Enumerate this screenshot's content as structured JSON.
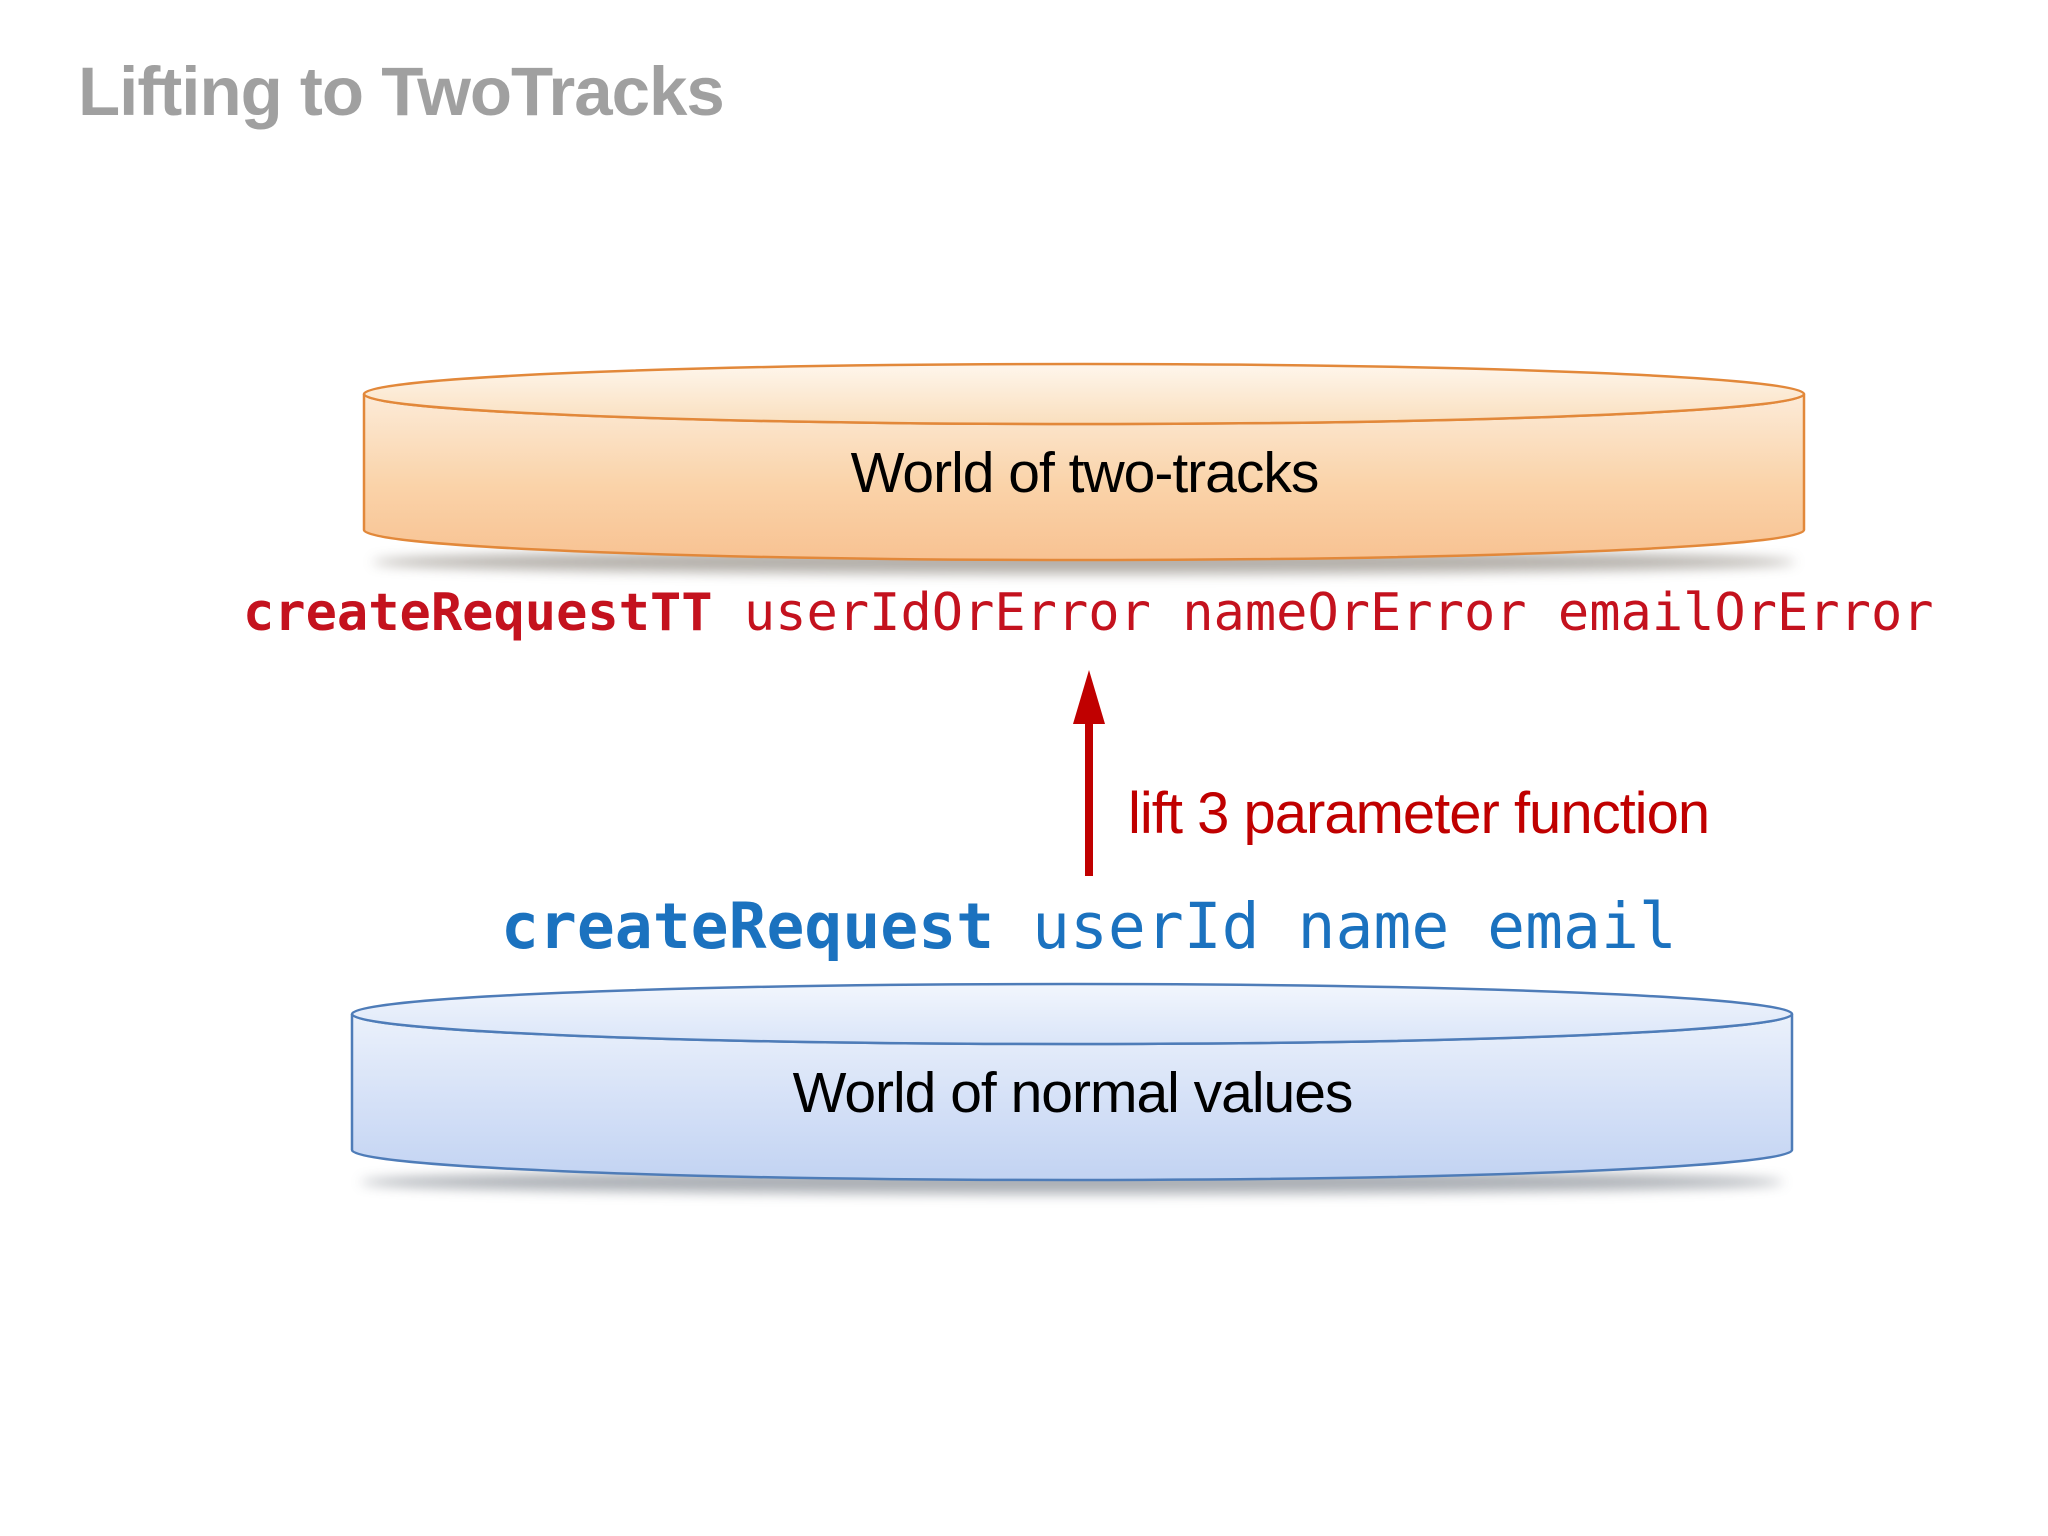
{
  "slide": {
    "title": "Lifting to TwoTracks"
  },
  "colors": {
    "background": "#ffffff",
    "title_gray": "#a0a0a0",
    "code_red": "#c4121e",
    "accent_red": "#c00000",
    "code_blue": "#1b72bf",
    "orange_border": "#e2883a",
    "orange_fill_light": "#fdf2e4",
    "orange_fill_dark": "#f8c292",
    "blue_border": "#4e7cb8",
    "blue_fill_light": "#f2f6fd",
    "blue_fill_dark": "#c2d3f2",
    "label_black": "#000000"
  },
  "diagram": {
    "two_track_world": {
      "label": "World of two-tracks"
    },
    "lifted_call": {
      "function": "createRequestTT",
      "arguments": "userIdOrError nameOrError emailOrError"
    },
    "lift_annotation": {
      "label": "lift 3 parameter function",
      "arrow_icon": "up-arrow"
    },
    "normal_call": {
      "function": "createRequest",
      "arguments": "userId name email"
    },
    "normal_world": {
      "label": "World of normal values"
    }
  }
}
